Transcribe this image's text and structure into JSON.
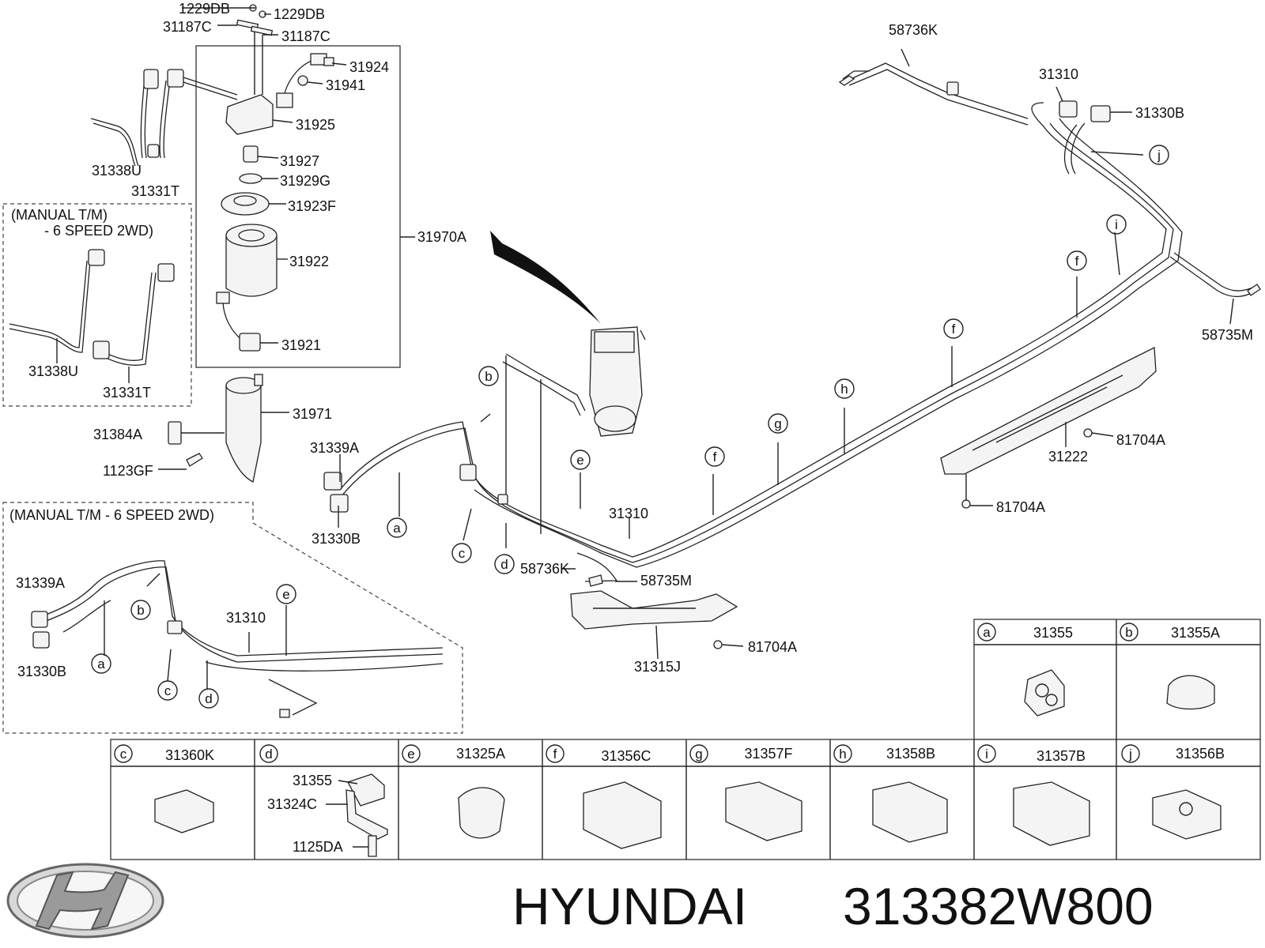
{
  "callouts": {
    "c1229db_a": "1229DB",
    "c1229db_b": "1229DB",
    "c31187c_a": "31187C",
    "c31187c_b": "31187C",
    "c31924": "31924",
    "c31941": "31941",
    "c31925": "31925",
    "c31927": "31927",
    "c31929g": "31929G",
    "c31923f": "31923F",
    "c31970a": "31970A",
    "c31922": "31922",
    "c31921": "31921",
    "c31338u_top": "31338U",
    "c31331t_top": "31331T",
    "c31338u_inset": "31338U",
    "c31331t_inset": "31331T",
    "c31971": "31971",
    "c31384a": "31384A",
    "c1123gf": "1123GF",
    "c31339a": "31339A",
    "c31330b": "31330B",
    "c31310_main": "31310",
    "c58736k_low": "58736K",
    "c58735m_low": "58735M",
    "c31315j": "31315J",
    "c81704a_1": "81704A",
    "c81704a_2": "81704A",
    "c81704a_3": "81704A",
    "c31222": "31222",
    "c58736k_top": "58736K",
    "c31310_top": "31310",
    "c31330b_top": "31330B",
    "c58735m_right": "58735M",
    "c31339a_inset": "31339A",
    "c31330b_inset": "31330B",
    "c31310_inset": "31310"
  },
  "insets": {
    "manual_6spd_a_line1": "(MANUAL T/M)",
    "manual_6spd_a_line2": "- 6 SPEED 2WD)",
    "manual_6spd_b": "(MANUAL T/M - 6 SPEED 2WD)"
  },
  "letters": {
    "a": "a",
    "b": "b",
    "c": "c",
    "d": "d",
    "e": "e",
    "f": "f",
    "g": "g",
    "h": "h",
    "i": "i",
    "j": "j"
  },
  "clip_table": {
    "top_row": [
      {
        "letter": "a",
        "part": "31355"
      },
      {
        "letter": "b",
        "part": "31355A"
      }
    ],
    "bottom_row": [
      {
        "letter": "c",
        "part": "31360K"
      },
      {
        "letter": "d",
        "part": ""
      },
      {
        "letter": "e",
        "part": "31325A"
      },
      {
        "letter": "f",
        "part": "31356C"
      },
      {
        "letter": "g",
        "part": "31357F"
      },
      {
        "letter": "h",
        "part": "31358B"
      },
      {
        "letter": "i",
        "part": "31357B"
      },
      {
        "letter": "j",
        "part": "31356B"
      }
    ],
    "d_cell_parts": [
      "31355",
      "31324C",
      "1125DA"
    ]
  },
  "footer": {
    "brand": "HYUNDAI",
    "part_number": "313382W800"
  }
}
